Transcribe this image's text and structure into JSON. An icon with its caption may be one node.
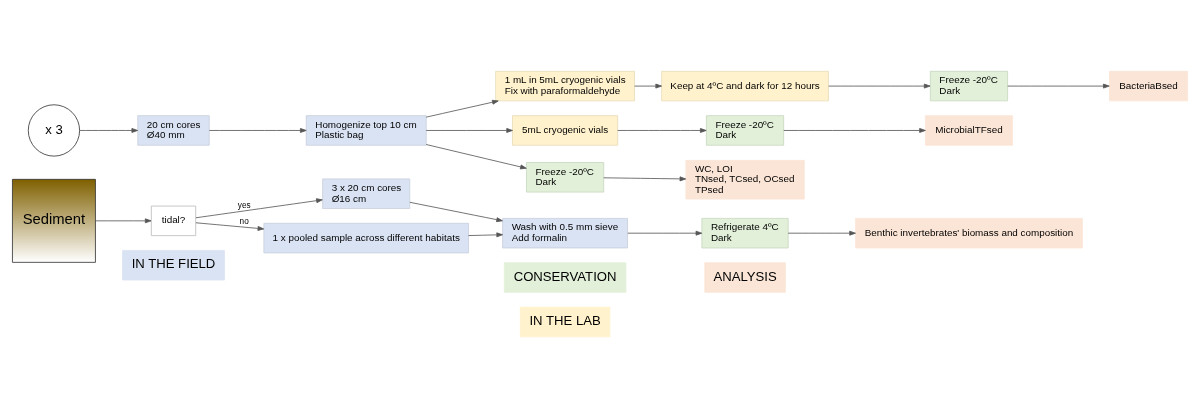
{
  "diagram": {
    "nodes": [
      {
        "text": [
          "IN THE FIELD"
        ]
      },
      {
        "text": [
          "IN THE LAB"
        ]
      },
      {
        "text": [
          "CONSERVATION"
        ]
      },
      {
        "text": [
          "ANALYSIS"
        ]
      },
      {
        "text": [
          "Sediment"
        ]
      },
      {
        "text": [
          "x 3"
        ]
      },
      {
        "text": [
          "20 cm cores",
          "Ø40 mm"
        ]
      },
      {
        "text": [
          "Homogenize top 10 cm",
          "Plastic bag"
        ]
      },
      {
        "text": [
          "1 mL in 5mL cryogenic vials",
          "Fix with paraformaldehyde"
        ]
      },
      {
        "text": [
          "Keep at 4ºC and dark for 12 hours"
        ]
      },
      {
        "text": [
          "5mL cryogenic vials"
        ]
      },
      {
        "text": [
          "Freeze -20ºC",
          "Dark"
        ]
      },
      {
        "text": [
          "Freeze -20ºC",
          "Dark"
        ]
      },
      {
        "text": [
          "Freeze -20ºC",
          "Dark"
        ]
      },
      {
        "text": [
          "WC, LOI",
          "TNsed, TCsed, OCsed",
          "TPsed"
        ]
      },
      {
        "text": [
          "BacteriaBsed"
        ]
      },
      {
        "text": [
          "MicrobialTFsed"
        ]
      },
      {
        "text": [
          "tidal?"
        ]
      },
      {
        "text": [
          "3 x 20 cm cores",
          "Ø16 cm"
        ]
      },
      {
        "text": [
          "1 x pooled sample across different habitats"
        ]
      },
      {
        "text": [
          "Wash with 0.5 mm sieve",
          "Add formalin"
        ]
      },
      {
        "text": [
          "Refrigerate 4ºC",
          "Dark"
        ]
      },
      {
        "text": [
          "Benthic invertebrates' biomass and composition"
        ]
      }
    ],
    "edges": [
      {
        "from": 5,
        "to": 6,
        "arrow": "to"
      },
      {
        "from": 6,
        "to": 7,
        "arrow": "to"
      },
      {
        "from": 7,
        "to": 11,
        "arrow": "to"
      },
      {
        "from": 7,
        "to": 8,
        "arrow": "to"
      },
      {
        "from": 7,
        "to": 10,
        "arrow": "to"
      },
      {
        "from": 8,
        "to": 9,
        "arrow": "to"
      },
      {
        "from": 9,
        "to": 12,
        "arrow": "to"
      },
      {
        "from": 10,
        "to": 13,
        "arrow": "to"
      },
      {
        "from": 11,
        "to": 14,
        "arrow": "to"
      },
      {
        "from": 12,
        "to": 15,
        "arrow": "to"
      },
      {
        "from": 13,
        "to": 16,
        "arrow": "to"
      },
      {
        "from": 4,
        "to": 17,
        "arrow": "to"
      },
      {
        "from": 17,
        "to": 18,
        "label": "yes",
        "arrow": "to"
      },
      {
        "from": 17,
        "to": 19,
        "label": "no",
        "arrow": "to"
      },
      {
        "from": 18,
        "to": 20,
        "arrow": "to"
      },
      {
        "from": 19,
        "to": 20,
        "arrow": "to"
      },
      {
        "from": 20,
        "to": 21,
        "arrow": "to"
      },
      {
        "from": 21,
        "to": 22,
        "arrow": "to"
      }
    ]
  }
}
